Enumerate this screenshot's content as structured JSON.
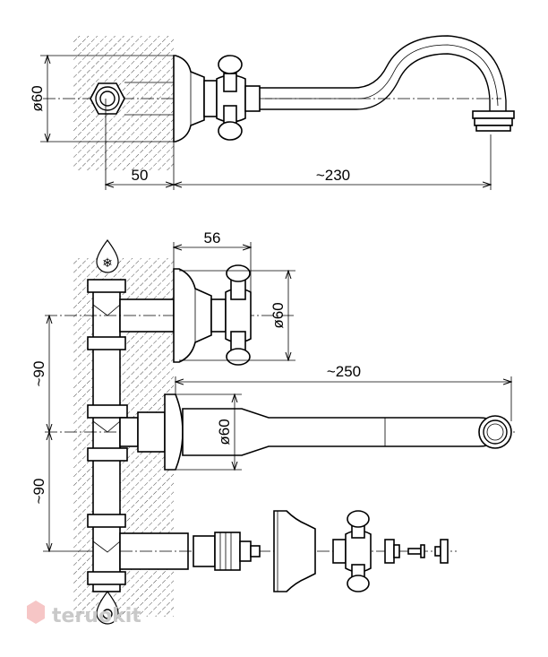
{
  "top_view": {
    "dim_diameter": "ø60",
    "dim_wall_depth": "50",
    "dim_spout_length": "~230"
  },
  "front_view": {
    "dim_handle_depth": "56",
    "dim_handle_diameter": "ø60",
    "dim_spout_length": "~250",
    "dim_spout_diameter": "ø60",
    "dim_upper_spacing": "~90",
    "dim_lower_spacing": "~90"
  },
  "icons": {
    "cold": "snowflake-drop",
    "hot": "sun-drop"
  },
  "watermark": "teruokit"
}
